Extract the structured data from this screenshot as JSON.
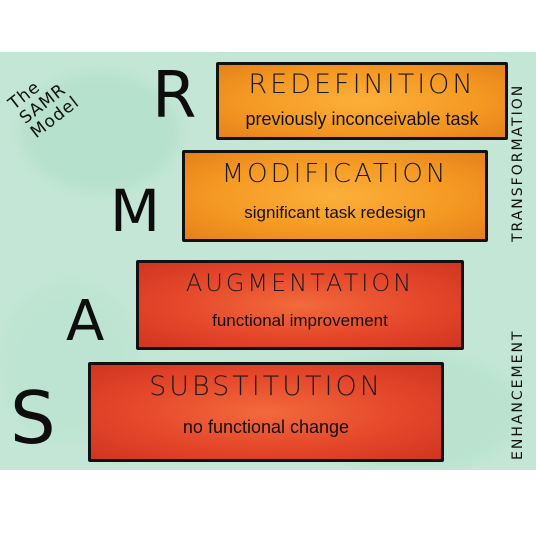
{
  "title_lines": [
    "The",
    "SAMR",
    "Model"
  ],
  "letters": [
    "R",
    "M",
    "A",
    "S"
  ],
  "levels": [
    {
      "title": "REDEFINITION",
      "subtitle": "previously inconceivable task"
    },
    {
      "title": "MODIFICATION",
      "subtitle": "significant task redesign"
    },
    {
      "title": "AUGMENTATION",
      "subtitle": "functional improvement"
    },
    {
      "title": "SUBSTITUTION",
      "subtitle": "no functional change"
    }
  ],
  "side_labels": {
    "upper": "TRANSFORMATION",
    "lower": "ENHANCEMENT"
  },
  "colors": {
    "background": "#c4e6d6",
    "orange": "#f59a23",
    "red": "#e5472a",
    "ink": "#111111"
  }
}
